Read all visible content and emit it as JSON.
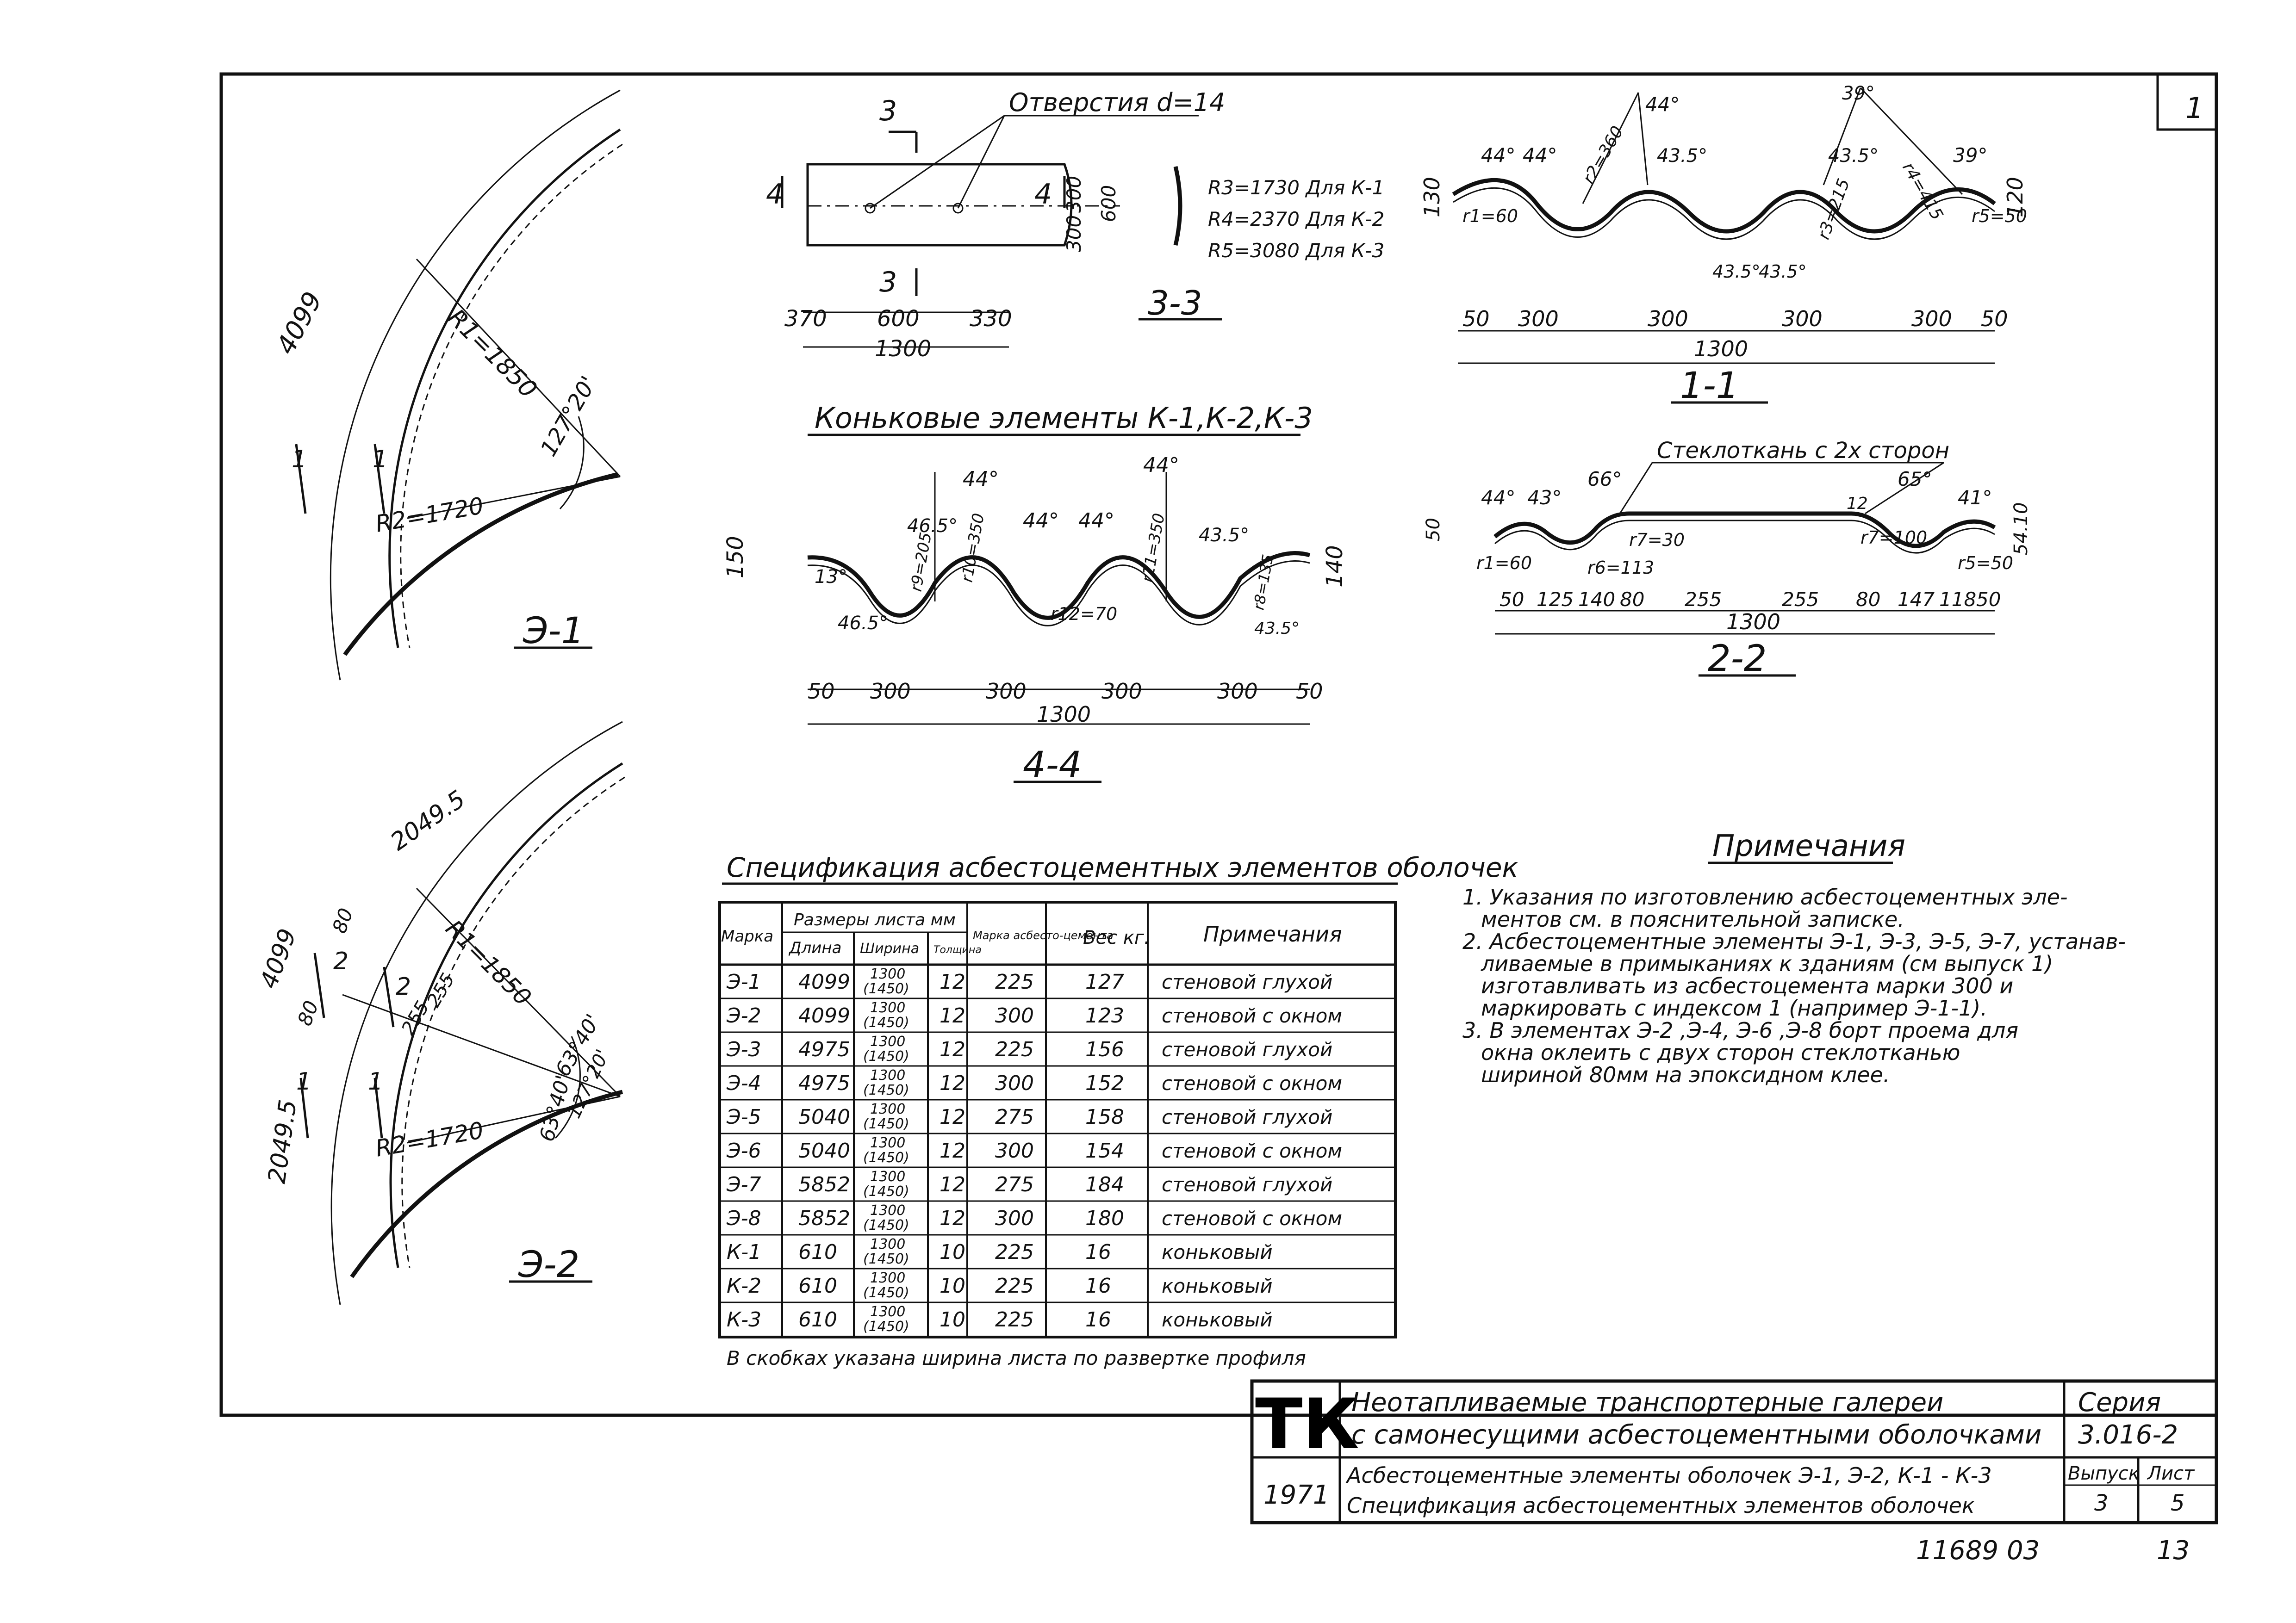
{
  "sheet_number": "1",
  "views": {
    "e1": {
      "label": "Э-1",
      "dim_length": "4099",
      "r1": "R1=1850",
      "r2": "R2=1720",
      "angle": "127°20'",
      "section_left": "1",
      "section_right": "1"
    },
    "e2": {
      "label": "Э-2",
      "dim_outer": "2049.5",
      "dim_outer_left": "2049.5",
      "dim_length": "4099",
      "r1": "R1=1850",
      "r2": "R2=1720",
      "angle_a": "63°40'",
      "angle_b": "63°40'",
      "angle_c": "127°20'",
      "d80a": "80",
      "d80b": "80",
      "d255a": "255",
      "d255b": "255",
      "section_a": "2",
      "section_b": "2",
      "section_c": "1",
      "section_d": "1"
    },
    "plan33": {
      "holes_label": "Отверстия d=14",
      "section_top": "3",
      "section_bottom": "3",
      "marker_left": "4",
      "marker_right": "4",
      "d370": "370",
      "d600": "600",
      "d330": "330",
      "d1300": "1300",
      "d300a": "300",
      "d300b": "300",
      "d600v": "600",
      "radii": [
        "R3=1730  Для К-1",
        "R4=2370  Для К-2",
        "R5=3080  Для К-3"
      ],
      "label": "3-3"
    },
    "ridge_title": "Коньковые элементы К-1,К-2,К-3",
    "sec44": {
      "label": "4-4",
      "h150": "150",
      "h140": "140",
      "angles": [
        "44°",
        "44°",
        "44°",
        "44°",
        "46.5°",
        "43.5°",
        "13°",
        "46.5°",
        "43.5°"
      ],
      "radii": [
        "r9=205",
        "r10=350",
        "r11=350",
        "r12=70",
        "r8=135"
      ],
      "dims": [
        "50",
        "300",
        "300",
        "300",
        "300",
        "50"
      ],
      "total": "1300"
    },
    "sec11": {
      "label": "1-1",
      "h130": "130",
      "h120": "120",
      "angles": [
        "44°",
        "44°",
        "44°",
        "43.5°",
        "43.5°",
        "43.5°",
        "43.5°",
        "39°",
        "39°"
      ],
      "radii": [
        "r1=60",
        "r2=360",
        "r3=215",
        "r4=415",
        "r5=50"
      ],
      "dims": [
        "50",
        "300",
        "300",
        "300",
        "300",
        "50"
      ],
      "total": "1300"
    },
    "sec22": {
      "label": "2-2",
      "glass": "Стеклоткань с 2х сторон",
      "angles": [
        "44°",
        "43°",
        "66°",
        "65°",
        "41°"
      ],
      "radii": [
        "r1=60",
        "r7=30",
        "r6=113",
        "r7=100",
        "r5=50"
      ],
      "dims": [
        "50",
        "125",
        "140",
        "80",
        "255",
        "255",
        "80",
        "147",
        "118",
        "50"
      ],
      "total": "1300",
      "h12": "12",
      "h_left": "50",
      "h_right": "54.10"
    }
  },
  "spec": {
    "title": "Спецификация асбестоцементных элементов оболочек",
    "headers": {
      "mark": "Марка",
      "sizes": "Размеры листа мм",
      "length": "Длина",
      "width": "Ширина",
      "thickness": "Толщина",
      "cement": "Марка асбесто-цемента",
      "weight": "Вес кг.",
      "note": "Примечания"
    },
    "rows": [
      {
        "mark": "Э-1",
        "length": "4099",
        "width": "1300",
        "width2": "(1450)",
        "thk": "12",
        "cem": "225",
        "wt": "127",
        "note": "стеновой глухой"
      },
      {
        "mark": "Э-2",
        "length": "4099",
        "width": "1300",
        "width2": "(1450)",
        "thk": "12",
        "cem": "300",
        "wt": "123",
        "note": "стеновой с окном"
      },
      {
        "mark": "Э-3",
        "length": "4975",
        "width": "1300",
        "width2": "(1450)",
        "thk": "12",
        "cem": "225",
        "wt": "156",
        "note": "стеновой глухой"
      },
      {
        "mark": "Э-4",
        "length": "4975",
        "width": "1300",
        "width2": "(1450)",
        "thk": "12",
        "cem": "300",
        "wt": "152",
        "note": "стеновой с окном"
      },
      {
        "mark": "Э-5",
        "length": "5040",
        "width": "1300",
        "width2": "(1450)",
        "thk": "12",
        "cem": "275",
        "wt": "158",
        "note": "стеновой глухой"
      },
      {
        "mark": "Э-6",
        "length": "5040",
        "width": "1300",
        "width2": "(1450)",
        "thk": "12",
        "cem": "300",
        "wt": "154",
        "note": "стеновой с окном"
      },
      {
        "mark": "Э-7",
        "length": "5852",
        "width": "1300",
        "width2": "(1450)",
        "thk": "12",
        "cem": "275",
        "wt": "184",
        "note": "стеновой глухой"
      },
      {
        "mark": "Э-8",
        "length": "5852",
        "width": "1300",
        "width2": "(1450)",
        "thk": "12",
        "cem": "300",
        "wt": "180",
        "note": "стеновой с окном"
      },
      {
        "mark": "К-1",
        "length": "610",
        "width": "1300",
        "width2": "(1450)",
        "thk": "10",
        "cem": "225",
        "wt": "16",
        "note": "коньковый"
      },
      {
        "mark": "К-2",
        "length": "610",
        "width": "1300",
        "width2": "(1450)",
        "thk": "10",
        "cem": "225",
        "wt": "16",
        "note": "коньковый"
      },
      {
        "mark": "К-3",
        "length": "610",
        "width": "1300",
        "width2": "(1450)",
        "thk": "10",
        "cem": "225",
        "wt": "16",
        "note": "коньковый"
      }
    ],
    "footnote": "В скобках указана ширина листа по развертке профиля"
  },
  "notes": {
    "title": "Примечания",
    "lines": [
      "1. Указания по изготовлению асбестоцементных эле-",
      "ментов см. в пояснительной записке.",
      "2. Асбестоцементные элементы Э-1, Э-3, Э-5, Э-7, устанав-",
      "ливаемые в примыканиях к зданиям (см выпуск 1)",
      "изготавливать из асбестоцемента марки 300 и",
      "маркировать с индексом 1 (например Э-1-1).",
      "3. В элементах Э-2 ,Э-4, Э-6 ,Э-8 борт проема для",
      "окна оклеить с двух сторон стеклотканью",
      "шириной 80мм на эпоксидном клее."
    ]
  },
  "titleblock": {
    "logo": "ТК",
    "title1": "Неотапливаемые транспортерные галереи",
    "title2": "с самонесущими асбестоцементными оболочками",
    "series_label": "Серия",
    "series": "3.016-2",
    "year": "1971",
    "sub1": "Асбестоцементные элементы оболочек Э-1, Э-2, К-1 - К-3",
    "sub2": "Спецификация асбестоцементных элементов оболочек",
    "issue_label": "Выпуск",
    "issue": "3",
    "sheet_label": "Лист",
    "sheet": "5",
    "archive": "11689 03",
    "page": "13"
  }
}
